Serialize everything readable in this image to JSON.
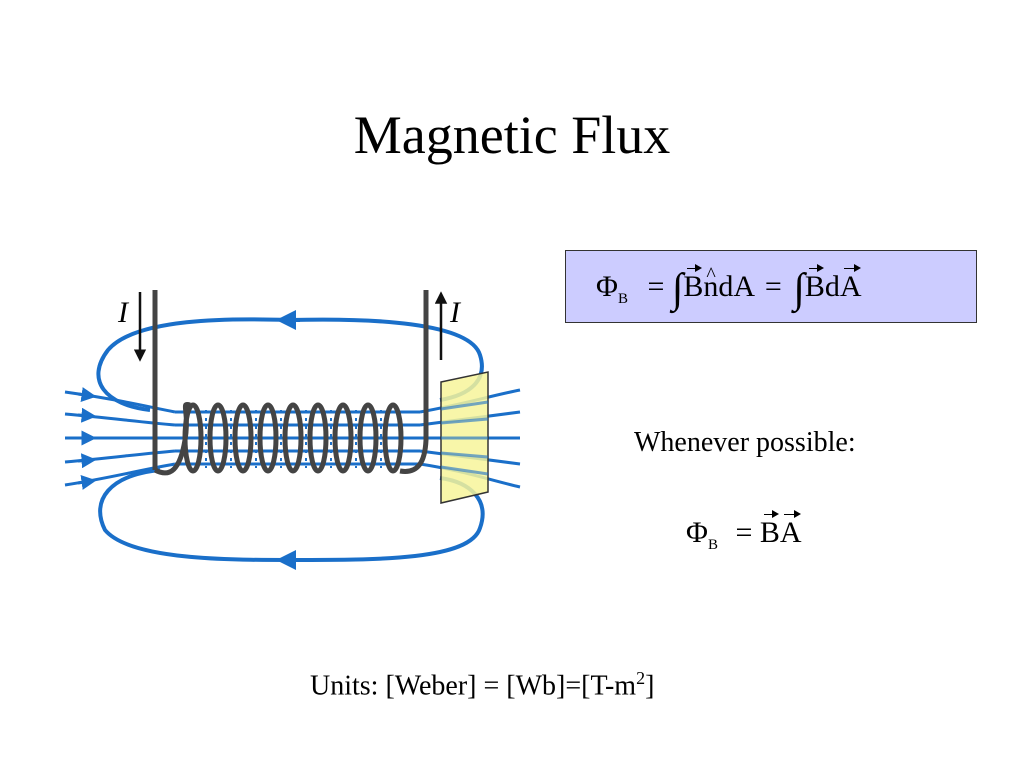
{
  "slide": {
    "title": "Magnetic Flux",
    "whenever_label": "Whenever possible:",
    "units_label": "Units:  [Weber] = [Wb]=[T-m",
    "units_exponent": "2",
    "units_close": "]"
  },
  "diagram": {
    "current_label_left": "I",
    "current_label_right": "I",
    "field_line_color": "#1a6fc9",
    "coil_color": "#444444",
    "surface_color": "#f7f59a"
  },
  "formula_box": {
    "background": "#ccccff",
    "phi": "Φ",
    "phi_sub": "B",
    "eq1": "=",
    "integral1": "∫",
    "b1": "B",
    "dot1": "",
    "n_hat": "n",
    "da1": "dA",
    "eq2": "=",
    "integral2": "∫",
    "b2": "B",
    "dot2": "",
    "d2": "d",
    "a2": "A"
  },
  "formula_simple": {
    "phi": "Φ",
    "phi_sub": "B",
    "eq": "=",
    "b": "B",
    "dot": "",
    "a": "A"
  }
}
